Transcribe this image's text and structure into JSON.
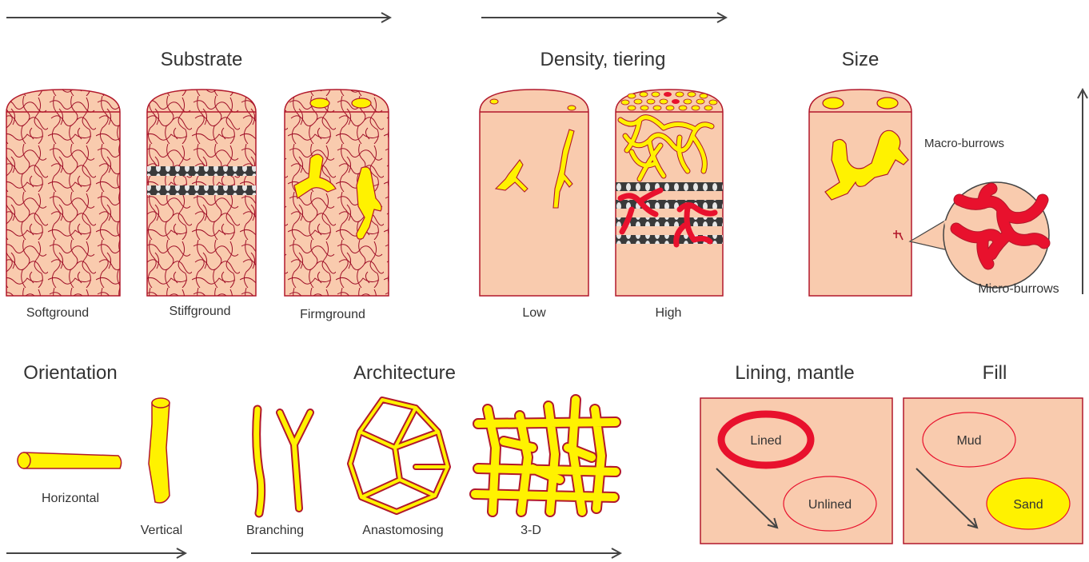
{
  "sections": {
    "substrate": {
      "title": "Substrate",
      "items": [
        {
          "label": "Softground"
        },
        {
          "label": "Stiffground"
        },
        {
          "label": "Firmground"
        }
      ]
    },
    "density": {
      "title": "Density, tiering",
      "items": [
        {
          "label": "Low"
        },
        {
          "label": "High"
        }
      ]
    },
    "size": {
      "title": "Size",
      "macro_label": "Macro-burrows",
      "micro_label": "Micro-burrows"
    },
    "orientation": {
      "title": "Orientation",
      "horizontal_label": "Horizontal",
      "vertical_label": "Vertical"
    },
    "architecture": {
      "title": "Architecture",
      "items": [
        {
          "label": "Branching"
        },
        {
          "label": "Anastomosing"
        },
        {
          "label": "3-D"
        }
      ]
    },
    "lining": {
      "title": "Lining, mantle",
      "lined_label": "Lined",
      "unlined_label": "Unlined"
    },
    "fill": {
      "title": "Fill",
      "mud_label": "Mud",
      "sand_label": "Sand"
    }
  },
  "colors": {
    "sediment": "#f9cbae",
    "outline": "#b2182b",
    "burrow": "#fff200",
    "micro": "#e8112d",
    "arrow": "#444444"
  }
}
